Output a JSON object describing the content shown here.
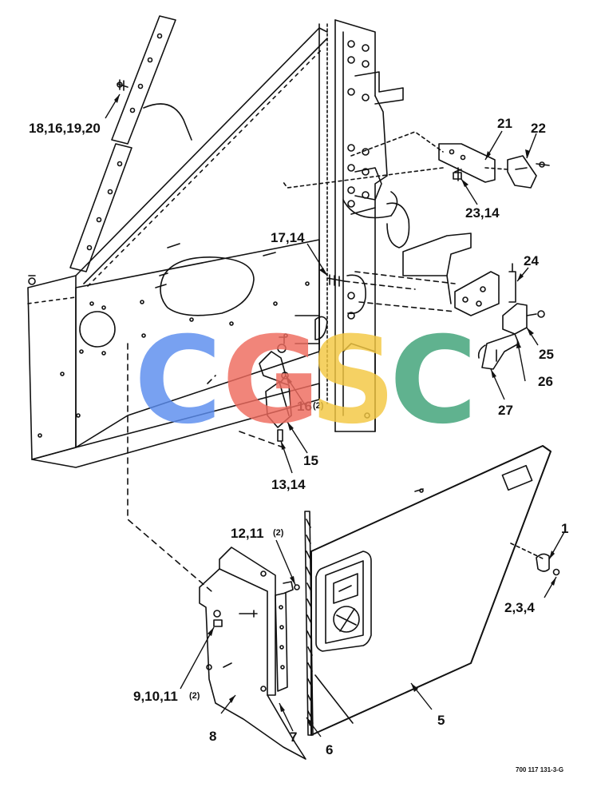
{
  "callouts": {
    "c1": "1",
    "c234": "2,3,4",
    "c5": "5",
    "c6": "6",
    "c7": "7",
    "c8": "8",
    "c91011": "9,10,11",
    "c91011_qty": "(2)",
    "c1211": "12,11",
    "c1211_qty": "(2)",
    "c1314": "13,14",
    "c15": "15",
    "c16": "16",
    "c16_qty": "(2)",
    "c1714": "17,14",
    "c18": "18,16,19,20",
    "c21": "21",
    "c22": "22",
    "c2314": "23,14",
    "c24": "24",
    "c25": "25",
    "c26": "26",
    "c27": "27"
  },
  "drawing_number": "700 117 131-3-G",
  "watermark": {
    "letters": [
      "C",
      "G",
      "S",
      "C"
    ],
    "colors": [
      "#5b8def",
      "#ee6b5e",
      "#f4c842",
      "#3ea277"
    ]
  }
}
